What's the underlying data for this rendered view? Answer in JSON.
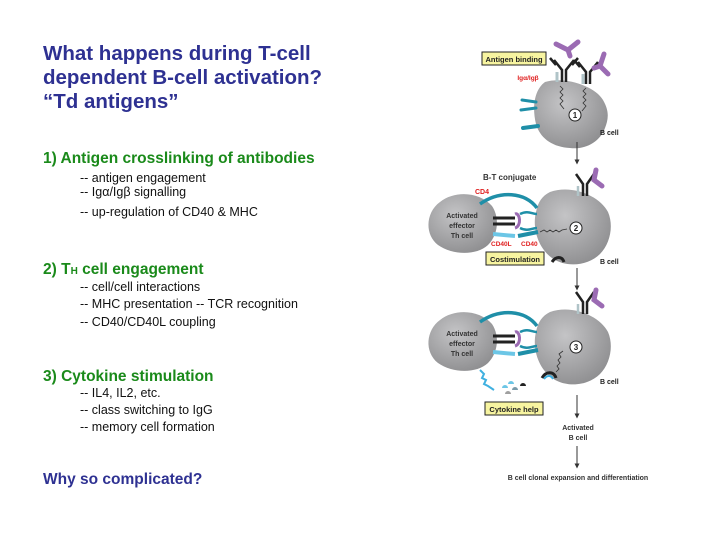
{
  "slide": {
    "title_lines": [
      "What happens during T-cell",
      "dependent B-cell activation?",
      "“Td antigens”"
    ],
    "sections": [
      {
        "heading": "1) Antigen crosslinking of antibodies",
        "bullets": [
          "-- antigen engagement",
          "-- Igα/Igβ signalling",
          "-- up-regulation of CD40 & MHC"
        ]
      },
      {
        "heading_prefix": "2) T",
        "heading_sub": "H",
        "heading_suffix": " cell engagement",
        "bullets": [
          "-- cell/cell interactions",
          "-- MHC presentation -- TCR recognition",
          "-- CD40/CD40L coupling"
        ]
      },
      {
        "heading": "3) Cytokine stimulation",
        "bullets": [
          "-- IL4, IL2, etc.",
          "-- class switching to IgG",
          "-- memory cell formation"
        ]
      }
    ],
    "closing_question": "Why so complicated?"
  },
  "diagram": {
    "labels": {
      "antigen_binding": "Antigen binding",
      "iga_igb": "Igα/Igβ",
      "step1": "1",
      "b_cell_1": "B cell",
      "bt_conjugate": "B-T conjugate",
      "cd4": "CD4",
      "th_cell_2_line1": "Activated",
      "th_cell_2_line2": "effector",
      "th_cell_2_line3": "Th cell",
      "cd40l": "CD40L",
      "cd40": "CD40",
      "step2": "2",
      "costimulation": "Costimulation",
      "b_cell_2": "B cell",
      "th_cell_3_line1": "Activated",
      "th_cell_3_line2": "effector",
      "th_cell_3_line3": "Th cell",
      "step3": "3",
      "b_cell_3": "B cell",
      "cytokine_help": "Cytokine help",
      "activated_b_line1": "Activated",
      "activated_b_line2": "B cell",
      "expansion": "B cell clonal expansion and differentiation"
    },
    "colors": {
      "title_blue": "#2e3192",
      "heading_green": "#1a8a1a",
      "label_red": "#e02020",
      "box_yellow": "#f7f4a0",
      "cell_gray": "#a9a9ab",
      "receptor_teal": "#1f8fa8",
      "light_blue": "#6cc6e6",
      "antigen_purple": "#9b6bb3"
    }
  }
}
